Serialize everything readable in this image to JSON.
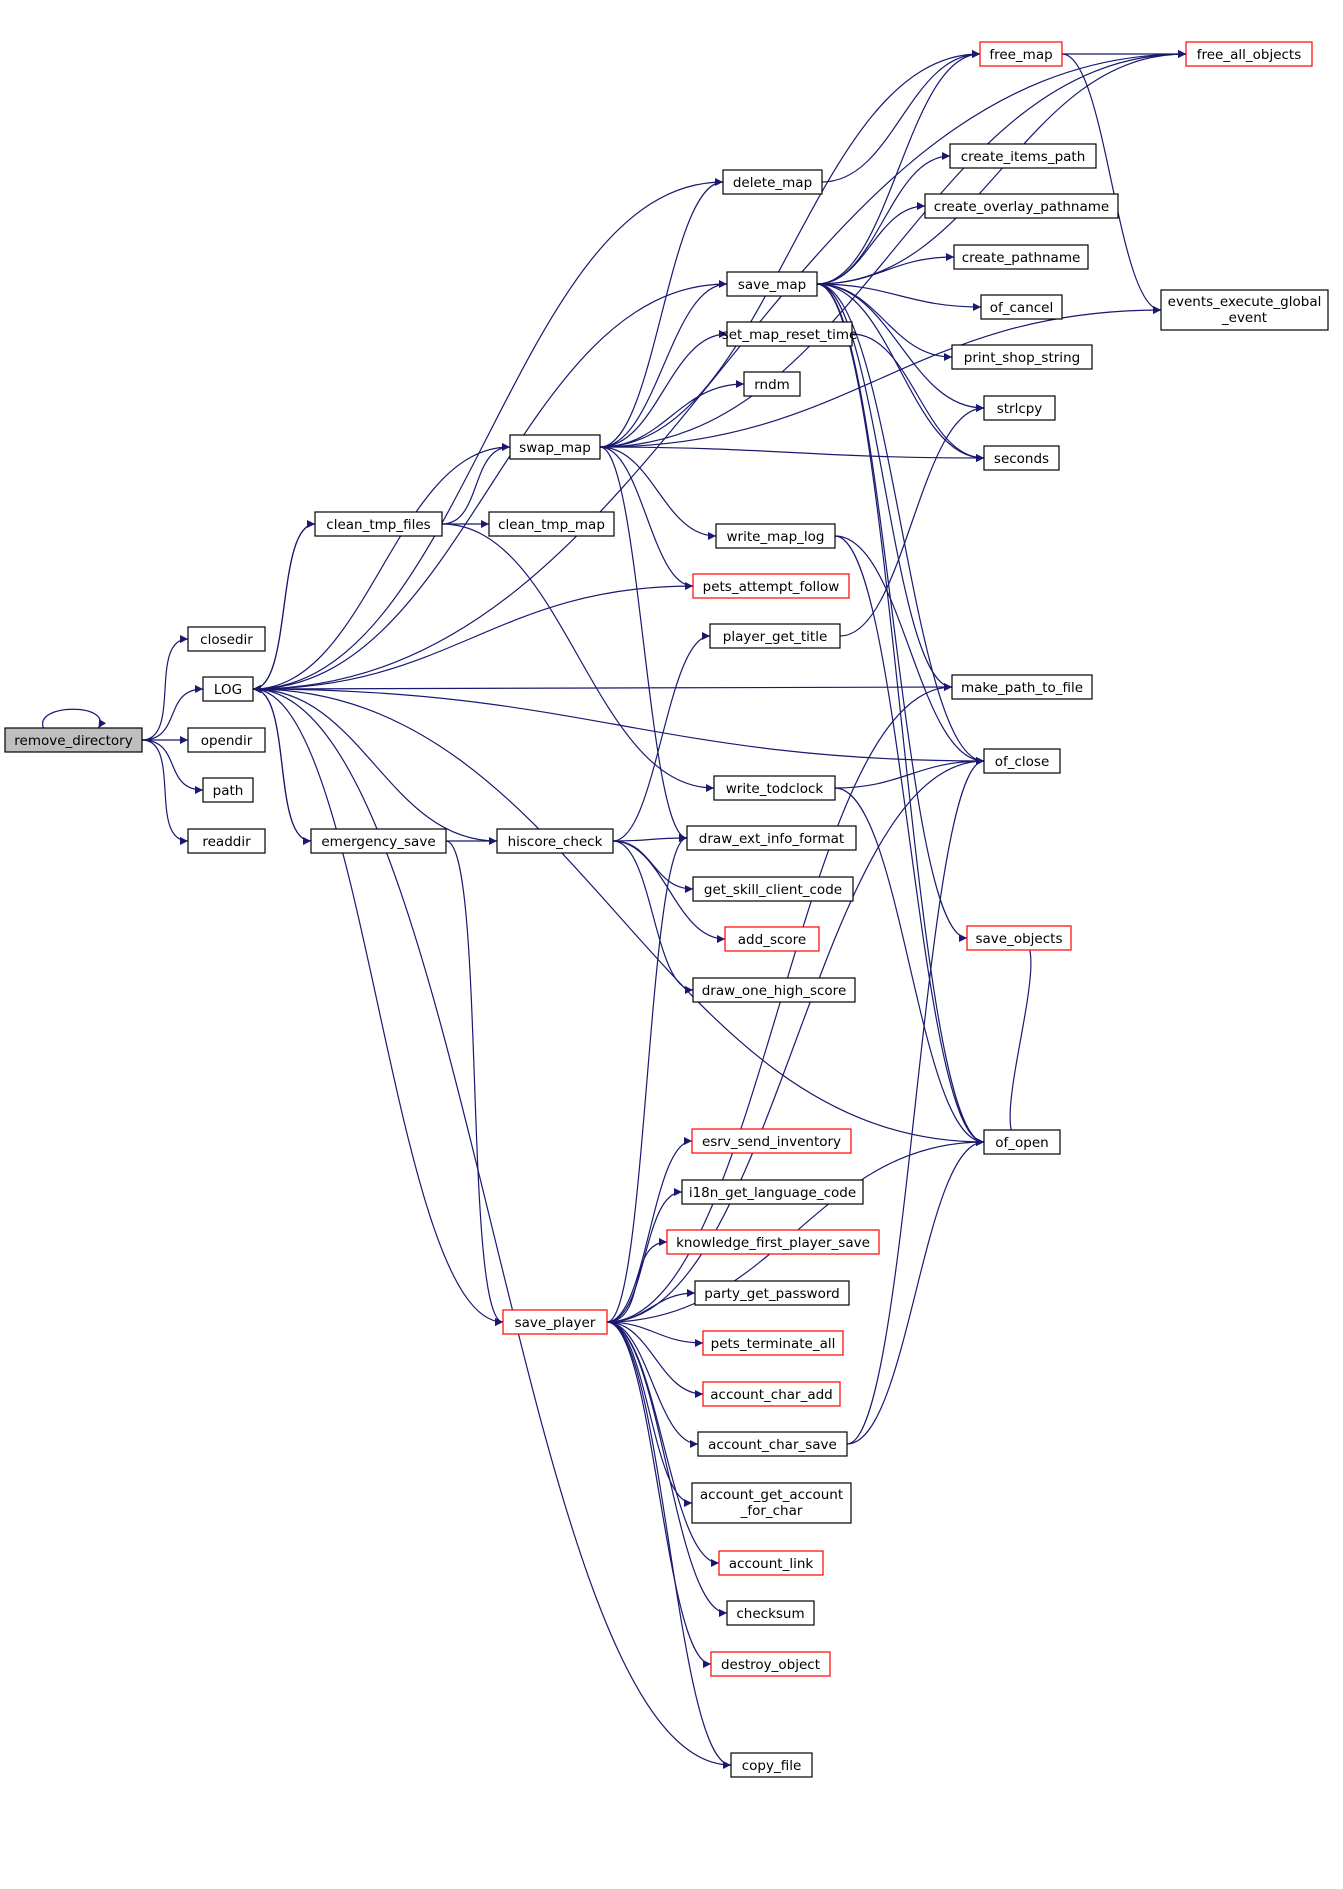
{
  "diagram": {
    "type": "call-graph",
    "colors": {
      "edge": "#191970",
      "root_fill": "#bfbfbf",
      "node_border": "#000000",
      "truncated_border": "#ff0000",
      "node_fill": "#ffffff"
    },
    "nodes": [
      {
        "id": "remove_directory",
        "label": "remove_directory",
        "style": "root"
      },
      {
        "id": "LOG",
        "label": "LOG"
      },
      {
        "id": "closedir",
        "label": "closedir"
      },
      {
        "id": "opendir",
        "label": "opendir"
      },
      {
        "id": "path",
        "label": "path"
      },
      {
        "id": "readdir",
        "label": "readdir"
      },
      {
        "id": "clean_tmp_files",
        "label": "clean_tmp_files"
      },
      {
        "id": "clean_tmp_map",
        "label": "clean_tmp_map"
      },
      {
        "id": "emergency_save",
        "label": "emergency_save"
      },
      {
        "id": "hiscore_check",
        "label": "hiscore_check"
      },
      {
        "id": "swap_map",
        "label": "swap_map"
      },
      {
        "id": "save_player",
        "label": "save_player",
        "style": "truncated"
      },
      {
        "id": "delete_map",
        "label": "delete_map"
      },
      {
        "id": "save_map",
        "label": "save_map"
      },
      {
        "id": "set_map_reset_time",
        "label": "set_map_reset_time"
      },
      {
        "id": "rndm",
        "label": "rndm"
      },
      {
        "id": "write_map_log",
        "label": "write_map_log"
      },
      {
        "id": "pets_attempt_follow",
        "label": "pets_attempt_follow",
        "style": "truncated"
      },
      {
        "id": "player_get_title",
        "label": "player_get_title"
      },
      {
        "id": "write_todclock",
        "label": "write_todclock"
      },
      {
        "id": "draw_ext_info_format",
        "label": "draw_ext_info_format"
      },
      {
        "id": "get_skill_client_code",
        "label": "get_skill_client_code"
      },
      {
        "id": "add_score",
        "label": "add_score",
        "style": "truncated"
      },
      {
        "id": "draw_one_high_score",
        "label": "draw_one_high_score"
      },
      {
        "id": "esrv_send_inventory",
        "label": "esrv_send_inventory",
        "style": "truncated"
      },
      {
        "id": "i18n_get_language_code",
        "label": "i18n_get_language_code"
      },
      {
        "id": "knowledge_first_player_save",
        "label": "knowledge_first_player_save",
        "style": "truncated"
      },
      {
        "id": "party_get_password",
        "label": "party_get_password"
      },
      {
        "id": "pets_terminate_all",
        "label": "pets_terminate_all",
        "style": "truncated"
      },
      {
        "id": "account_char_add",
        "label": "account_char_add",
        "style": "truncated"
      },
      {
        "id": "account_char_save",
        "label": "account_char_save"
      },
      {
        "id": "account_get_account_for_char",
        "label": "account_get_account",
        "label2": "_for_char"
      },
      {
        "id": "account_link",
        "label": "account_link",
        "style": "truncated"
      },
      {
        "id": "checksum",
        "label": "checksum"
      },
      {
        "id": "destroy_object",
        "label": "destroy_object",
        "style": "truncated"
      },
      {
        "id": "copy_file",
        "label": "copy_file"
      },
      {
        "id": "free_map",
        "label": "free_map",
        "style": "truncated"
      },
      {
        "id": "free_all_objects",
        "label": "free_all_objects",
        "style": "truncated"
      },
      {
        "id": "create_items_path",
        "label": "create_items_path"
      },
      {
        "id": "create_overlay_pathname",
        "label": "create_overlay_pathname"
      },
      {
        "id": "create_pathname",
        "label": "create_pathname"
      },
      {
        "id": "of_cancel",
        "label": "of_cancel"
      },
      {
        "id": "print_shop_string",
        "label": "print_shop_string"
      },
      {
        "id": "strlcpy",
        "label": "strlcpy"
      },
      {
        "id": "seconds",
        "label": "seconds"
      },
      {
        "id": "make_path_to_file",
        "label": "make_path_to_file"
      },
      {
        "id": "of_close",
        "label": "of_close"
      },
      {
        "id": "save_objects",
        "label": "save_objects",
        "style": "truncated"
      },
      {
        "id": "of_open",
        "label": "of_open"
      },
      {
        "id": "events_execute_global_event",
        "label": "events_execute_global",
        "label2": "_event"
      }
    ],
    "edges": [
      [
        "remove_directory",
        "remove_directory"
      ],
      [
        "remove_directory",
        "closedir"
      ],
      [
        "remove_directory",
        "LOG"
      ],
      [
        "remove_directory",
        "opendir"
      ],
      [
        "remove_directory",
        "path"
      ],
      [
        "remove_directory",
        "readdir"
      ],
      [
        "LOG",
        "clean_tmp_files"
      ],
      [
        "LOG",
        "emergency_save"
      ],
      [
        "LOG",
        "save_player"
      ],
      [
        "clean_tmp_files",
        "LOG"
      ],
      [
        "clean_tmp_files",
        "swap_map"
      ],
      [
        "clean_tmp_files",
        "clean_tmp_map"
      ],
      [
        "clean_tmp_files",
        "write_todclock"
      ],
      [
        "emergency_save",
        "hiscore_check"
      ],
      [
        "emergency_save",
        "save_player"
      ],
      [
        "emergency_save",
        "LOG"
      ],
      [
        "hiscore_check",
        "LOG"
      ],
      [
        "hiscore_check",
        "player_get_title"
      ],
      [
        "hiscore_check",
        "draw_ext_info_format"
      ],
      [
        "hiscore_check",
        "get_skill_client_code"
      ],
      [
        "hiscore_check",
        "add_score"
      ],
      [
        "hiscore_check",
        "draw_one_high_score"
      ],
      [
        "swap_map",
        "LOG"
      ],
      [
        "swap_map",
        "delete_map"
      ],
      [
        "swap_map",
        "free_map"
      ],
      [
        "swap_map",
        "save_map"
      ],
      [
        "swap_map",
        "set_map_reset_time"
      ],
      [
        "swap_map",
        "rndm"
      ],
      [
        "swap_map",
        "seconds"
      ],
      [
        "swap_map",
        "events_execute_global_event"
      ],
      [
        "swap_map",
        "write_map_log"
      ],
      [
        "swap_map",
        "pets_attempt_follow"
      ],
      [
        "swap_map",
        "draw_ext_info_format"
      ],
      [
        "swap_map",
        "free_all_objects"
      ],
      [
        "delete_map",
        "free_map"
      ],
      [
        "delete_map",
        "LOG"
      ],
      [
        "save_map",
        "LOG"
      ],
      [
        "save_map",
        "create_items_path"
      ],
      [
        "save_map",
        "create_overlay_pathname"
      ],
      [
        "save_map",
        "create_pathname"
      ],
      [
        "save_map",
        "of_cancel"
      ],
      [
        "save_map",
        "print_shop_string"
      ],
      [
        "save_map",
        "strlcpy"
      ],
      [
        "save_map",
        "seconds"
      ],
      [
        "save_map",
        "make_path_to_file"
      ],
      [
        "save_map",
        "of_close"
      ],
      [
        "save_map",
        "save_objects"
      ],
      [
        "save_map",
        "of_open"
      ],
      [
        "save_map",
        "free_map"
      ],
      [
        "save_map",
        "free_all_objects"
      ],
      [
        "set_map_reset_time",
        "seconds"
      ],
      [
        "write_map_log",
        "of_close"
      ],
      [
        "write_map_log",
        "of_open"
      ],
      [
        "pets_attempt_follow",
        "LOG"
      ],
      [
        "player_get_title",
        "strlcpy"
      ],
      [
        "write_todclock",
        "of_close"
      ],
      [
        "write_todclock",
        "of_open"
      ],
      [
        "free_map",
        "free_all_objects"
      ],
      [
        "free_map",
        "events_execute_global_event"
      ],
      [
        "free_all_objects",
        "LOG"
      ],
      [
        "make_path_to_file",
        "LOG"
      ],
      [
        "of_close",
        "LOG"
      ],
      [
        "of_open",
        "LOG"
      ],
      [
        "save_objects",
        "of_open"
      ],
      [
        "save_player",
        "draw_ext_info_format"
      ],
      [
        "save_player",
        "make_path_to_file"
      ],
      [
        "save_player",
        "esrv_send_inventory"
      ],
      [
        "save_player",
        "i18n_get_language_code"
      ],
      [
        "save_player",
        "knowledge_first_player_save"
      ],
      [
        "save_player",
        "party_get_password"
      ],
      [
        "save_player",
        "pets_terminate_all"
      ],
      [
        "save_player",
        "account_char_add"
      ],
      [
        "save_player",
        "account_char_save"
      ],
      [
        "save_player",
        "account_get_account_for_char"
      ],
      [
        "save_player",
        "account_link"
      ],
      [
        "save_player",
        "checksum"
      ],
      [
        "save_player",
        "destroy_object"
      ],
      [
        "save_player",
        "copy_file"
      ],
      [
        "save_player",
        "of_open"
      ],
      [
        "save_player",
        "of_close"
      ],
      [
        "account_char_save",
        "of_close"
      ],
      [
        "account_char_save",
        "of_open"
      ],
      [
        "copy_file",
        "LOG"
      ]
    ]
  }
}
